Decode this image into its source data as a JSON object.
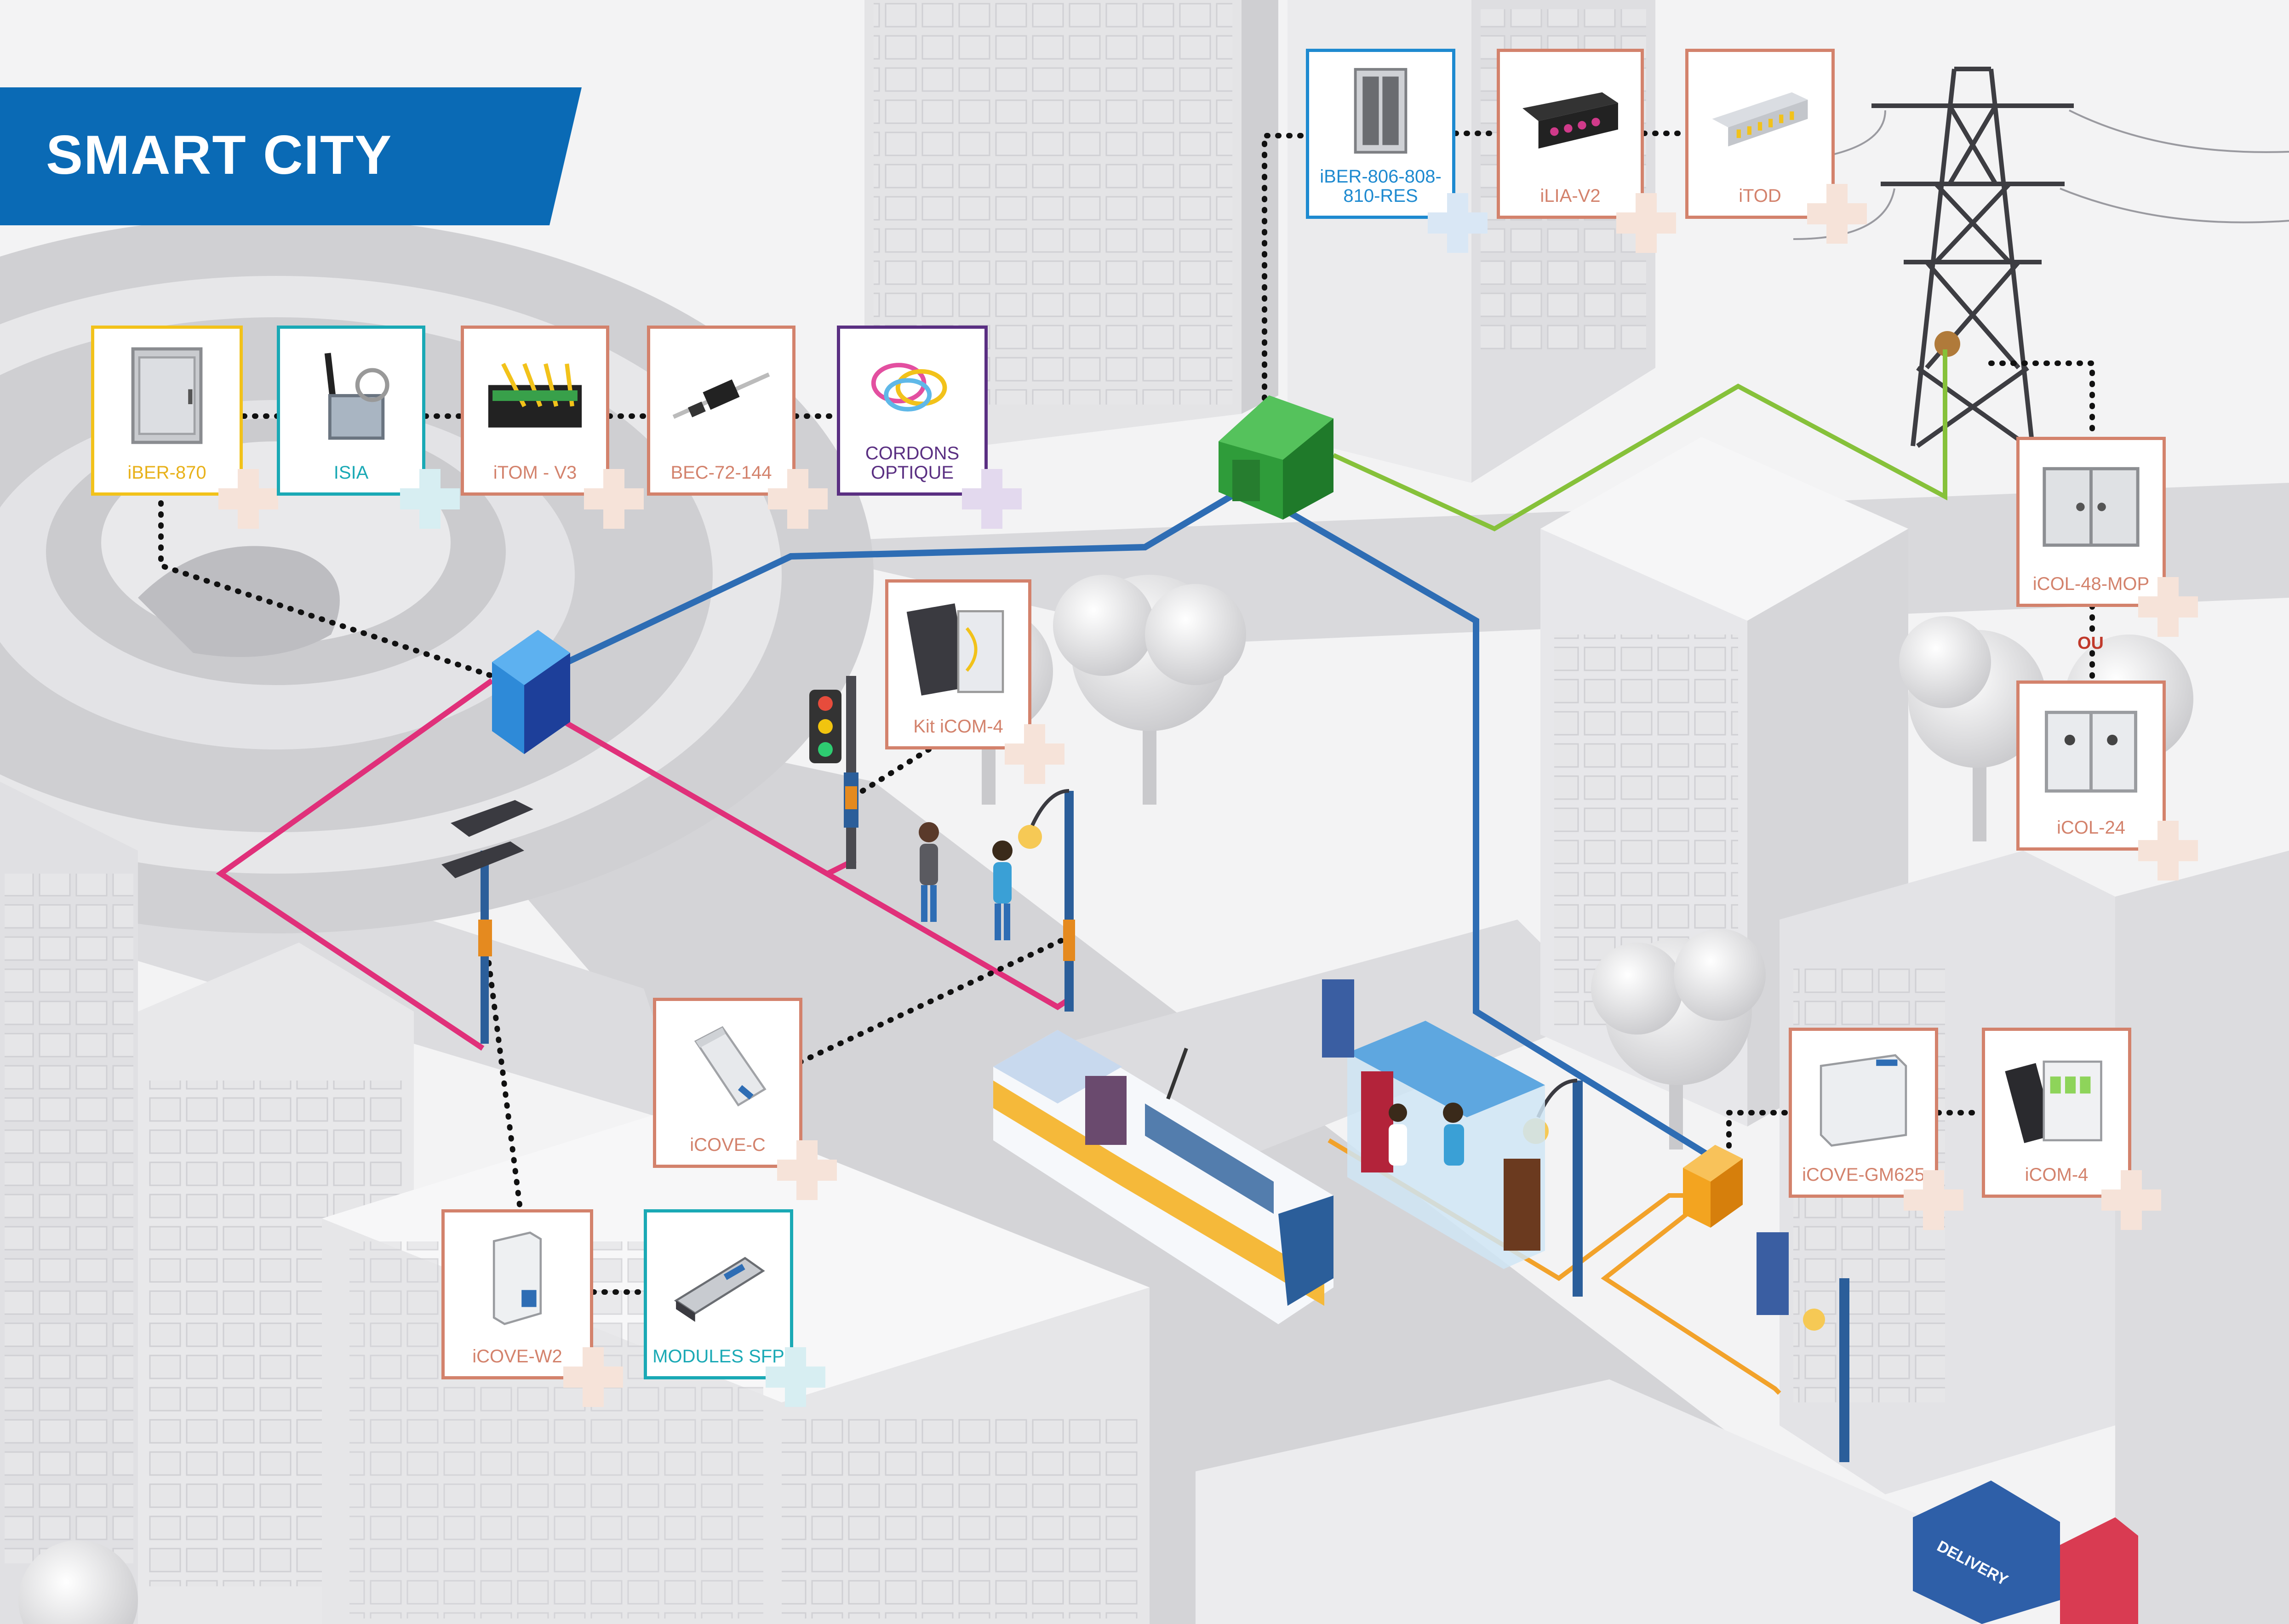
{
  "title": "SMART CITY",
  "colors": {
    "banner": "#0a6ab5",
    "network_blue": "#2e6db4",
    "network_pink": "#e0307a",
    "network_green": "#86c13a",
    "network_orange": "#f2a22a",
    "card_orange": "#d3826c",
    "card_yellow": "#f2c21a",
    "card_teal": "#1aa9b5",
    "card_blue": "#1e8ad0",
    "card_purple": "#5a2f82"
  },
  "products": {
    "iber870": {
      "label": "iBER-870",
      "icon": "outdoor-cabinet-icon"
    },
    "isia": {
      "label": "ISIA",
      "icon": "wireless-module-icon"
    },
    "itom": {
      "label": "iTOM - V3",
      "icon": "splice-tray-icon"
    },
    "bec": {
      "label": "BEC-72-144",
      "icon": "cable-connector-icon"
    },
    "cordons": {
      "label_line1": "CORDONS",
      "label_line2": "OPTIQUE",
      "icon": "patch-cords-icon"
    },
    "iber806": {
      "label_line1": "iBER-806-808-",
      "label_line2": "810-RES",
      "icon": "rack-cabinet-icon"
    },
    "ilia": {
      "label": "iLIA-V2",
      "icon": "patch-panel-icon"
    },
    "itod": {
      "label": "iTOD",
      "icon": "distribution-panel-icon"
    },
    "kiticom": {
      "label": "Kit iCOM-4",
      "icon": "splice-box-icon"
    },
    "icol48": {
      "label": "iCOL-48-MOP",
      "icon": "wall-box-icon"
    },
    "ou": "OU",
    "icol24": {
      "label": "iCOL-24",
      "icon": "wall-box-icon"
    },
    "icovec": {
      "label": "iCOVE-C",
      "icon": "fiber-enclosure-icon"
    },
    "icovegm": {
      "label": "iCOVE-GM625",
      "icon": "wall-enclosure-icon"
    },
    "icom4": {
      "label": "iCOM-4",
      "icon": "splice-box-icon"
    },
    "icovew2": {
      "label": "iCOVE-W2",
      "icon": "pole-enclosure-icon"
    },
    "sfp": {
      "label": "MODULES SFP",
      "icon": "sfp-module-icon"
    }
  },
  "scene": {
    "truck_text": "DELIVERY"
  }
}
